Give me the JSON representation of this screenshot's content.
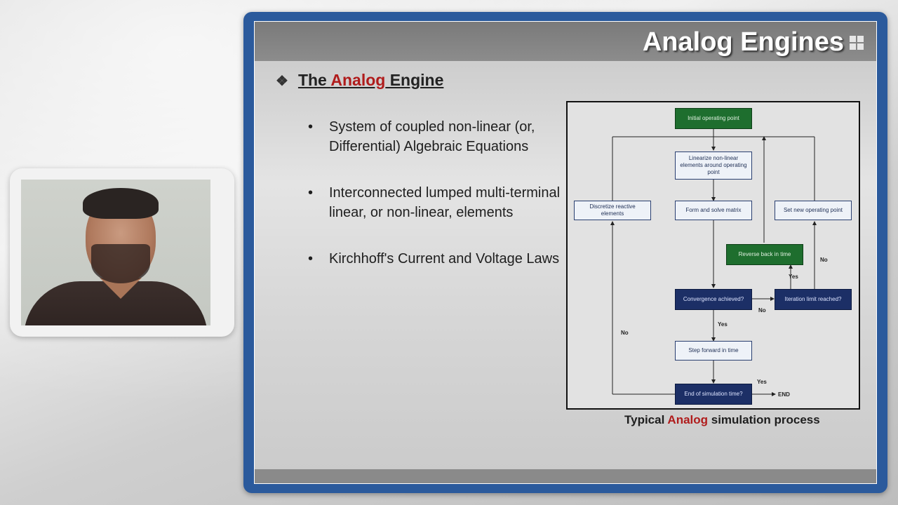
{
  "slide": {
    "title": "Analog Engines",
    "heading": {
      "part1": "The ",
      "highlight": "Analog",
      "part2": " Engine",
      "bullet_glyph": "❖"
    },
    "bullets": [
      "System of coupled non-linear (or, Differential) Algebraic Equations",
      "Interconnected lumped multi-terminal linear, or non-linear, elements",
      "Kirchhoff's Current and Voltage Laws"
    ],
    "bullet_glyph": "•",
    "caption": {
      "part1": "Typical ",
      "highlight": "Analog",
      "part2": " simulation process"
    },
    "colors": {
      "accent_red": "#b01c1c",
      "frame_blue": "#2b5a9c"
    }
  },
  "flowchart": {
    "boxes": {
      "initial": "Initial operating point",
      "linearize": "Linearize non-linear elements around operating point",
      "discretize": "Discretize reactive elements",
      "form_solve": "Form and solve matrix",
      "set_new": "Set new operating point",
      "reverse": "Reverse back in time",
      "convergence": "Convergence achieved?",
      "iteration": "Iteration limit reached?",
      "step_forward": "Step forward in time",
      "end_sim": "End of simulation time?"
    },
    "labels": {
      "yes_reverse": "Yes",
      "no_set": "No",
      "no_conv": "No",
      "yes_conv": "Yes",
      "no_loop": "No",
      "yes_end": "Yes",
      "end": "END"
    }
  }
}
